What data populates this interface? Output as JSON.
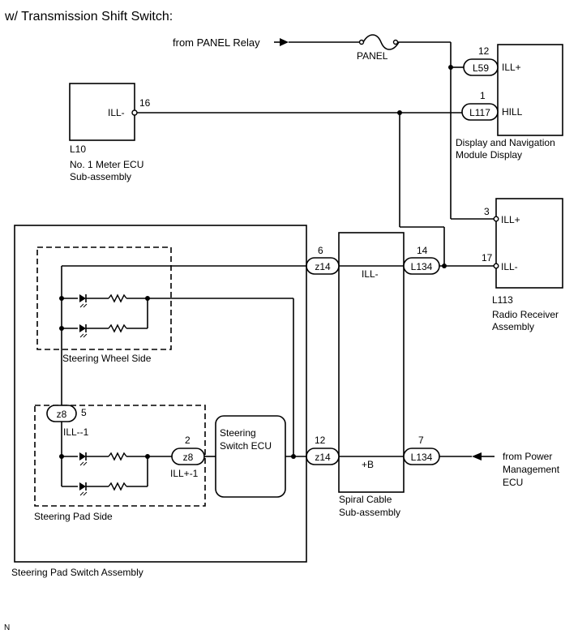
{
  "header": {
    "title": "w/ Transmission Shift Switch:"
  },
  "sources": {
    "panel_relay": "from PANEL Relay",
    "fuse": "PANEL",
    "power_mgmt": [
      "from Power",
      "Management",
      "ECU"
    ]
  },
  "meter_ecu": {
    "code": "L10",
    "name": [
      "No. 1 Meter ECU",
      "Sub-assembly"
    ],
    "pin_label": "ILL-",
    "pin_num": "16"
  },
  "display_module": {
    "name": [
      "Display and Navigation",
      "Module Display"
    ],
    "pins": [
      {
        "num": "12",
        "connector": "L59",
        "label": "ILL+"
      },
      {
        "num": "1",
        "connector": "L117",
        "label": "HILL"
      }
    ]
  },
  "radio": {
    "code": "L113",
    "name": [
      "Radio Receiver",
      "Assembly"
    ],
    "pins": [
      {
        "num": "3",
        "label": "ILL+"
      },
      {
        "num": "17",
        "label": "ILL-"
      }
    ]
  },
  "spiral_cable": {
    "name": [
      "Spiral Cable",
      "Sub-assembly"
    ],
    "lines": [
      {
        "label": "ILL-",
        "left_pin": "6",
        "left_conn": "z14",
        "right_pin": "14",
        "right_conn": "L134"
      },
      {
        "label": "+B",
        "left_pin": "12",
        "left_conn": "z14",
        "right_pin": "7",
        "right_conn": "L134"
      }
    ]
  },
  "steering_assembly": {
    "name": "Steering Pad Switch Assembly",
    "wheel_side": "Steering Wheel Side",
    "pad_side": "Steering Pad Side",
    "ecu": [
      "Steering",
      "Switch ECU"
    ],
    "conn_ill_minus": {
      "pin": "5",
      "connector": "z8",
      "label": "ILL--1"
    },
    "conn_ill_plus": {
      "pin": "2",
      "connector": "z8",
      "label": "ILL+-1"
    }
  },
  "footer": {
    "mark": "N"
  }
}
